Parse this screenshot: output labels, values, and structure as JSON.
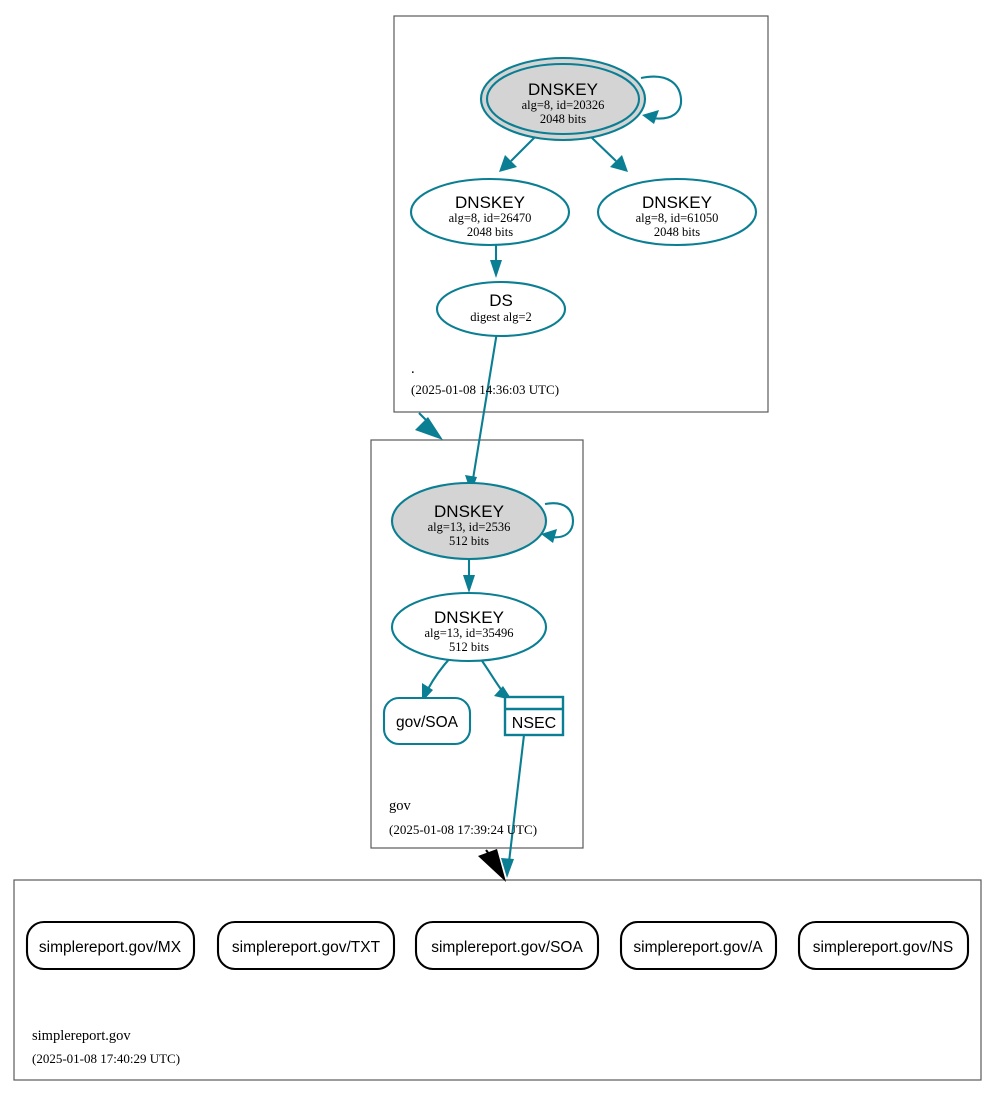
{
  "diagram": {
    "type": "dnssec-authentication-chain",
    "colors": {
      "edge_teal": "#0a7e92",
      "node_border_teal": "#0a7e92",
      "ksk_fill": "#d4d4d4",
      "zsk_fill": "#ffffff",
      "rrset_border": "#000000",
      "zone_box_border": "#5a5a5a",
      "delegation_arrow_black": "#000000"
    }
  },
  "zones": [
    {
      "id": "root",
      "label": ".",
      "timestamp": "(2025-01-08 14:36:03 UTC)",
      "nodes": [
        {
          "id": "root-ksk-20326",
          "kind": "DNSKEY",
          "title": "DNSKEY",
          "line2": "alg=8, id=20326",
          "line3": "2048 bits",
          "style": "ksk-double-ellipse-gray",
          "self_signed": true
        },
        {
          "id": "root-zsk-26470",
          "kind": "DNSKEY",
          "title": "DNSKEY",
          "line2": "alg=8, id=26470",
          "line3": "2048 bits",
          "style": "ellipse-white",
          "self_signed": false
        },
        {
          "id": "root-zsk-61050",
          "kind": "DNSKEY",
          "title": "DNSKEY",
          "line2": "alg=8, id=61050",
          "line3": "2048 bits",
          "style": "ellipse-white",
          "self_signed": false
        },
        {
          "id": "root-ds",
          "kind": "DS",
          "title": "DS",
          "line2": "digest alg=2",
          "line3": "",
          "style": "ellipse-white",
          "self_signed": false
        }
      ]
    },
    {
      "id": "gov",
      "label": "gov",
      "timestamp": "(2025-01-08 17:39:24 UTC)",
      "nodes": [
        {
          "id": "gov-ksk-2536",
          "kind": "DNSKEY",
          "title": "DNSKEY",
          "line2": "alg=13, id=2536",
          "line3": "512 bits",
          "style": "ellipse-gray",
          "self_signed": true
        },
        {
          "id": "gov-zsk-35496",
          "kind": "DNSKEY",
          "title": "DNSKEY",
          "line2": "alg=13, id=35496",
          "line3": "512 bits",
          "style": "ellipse-white",
          "self_signed": false
        },
        {
          "id": "gov-soa",
          "kind": "RRSET",
          "title": "gov/SOA",
          "line2": "",
          "line3": "",
          "style": "rounded-rect-teal",
          "self_signed": false
        },
        {
          "id": "gov-nsec",
          "kind": "NSEC",
          "title": "NSEC",
          "line2": "",
          "line3": "",
          "style": "table-rect-teal",
          "self_signed": false
        }
      ]
    },
    {
      "id": "simplereport",
      "label": "simplereport.gov",
      "timestamp": "(2025-01-08 17:40:29 UTC)",
      "nodes": [
        {
          "id": "sr-mx",
          "kind": "RRSET",
          "title": "simplereport.gov/MX",
          "line2": "",
          "line3": "",
          "style": "rounded-rect-black",
          "self_signed": false
        },
        {
          "id": "sr-txt",
          "kind": "RRSET",
          "title": "simplereport.gov/TXT",
          "line2": "",
          "line3": "",
          "style": "rounded-rect-black",
          "self_signed": false
        },
        {
          "id": "sr-soa",
          "kind": "RRSET",
          "title": "simplereport.gov/SOA",
          "line2": "",
          "line3": "",
          "style": "rounded-rect-black",
          "self_signed": false
        },
        {
          "id": "sr-a",
          "kind": "RRSET",
          "title": "simplereport.gov/A",
          "line2": "",
          "line3": "",
          "style": "rounded-rect-black",
          "self_signed": false
        },
        {
          "id": "sr-ns",
          "kind": "RRSET",
          "title": "simplereport.gov/NS",
          "line2": "",
          "line3": "",
          "style": "rounded-rect-black",
          "self_signed": false
        }
      ]
    }
  ],
  "edges": [
    {
      "id": "e-ksk-self",
      "from": "root-ksk-20326",
      "to": "root-ksk-20326",
      "color": "#0a7e92"
    },
    {
      "id": "e-ksk-26470",
      "from": "root-ksk-20326",
      "to": "root-zsk-26470",
      "color": "#0a7e92"
    },
    {
      "id": "e-ksk-61050",
      "from": "root-ksk-20326",
      "to": "root-zsk-61050",
      "color": "#0a7e92"
    },
    {
      "id": "e-26470-ds",
      "from": "root-zsk-26470",
      "to": "root-ds",
      "color": "#0a7e92"
    },
    {
      "id": "e-ds-govksk",
      "from": "root-ds",
      "to": "gov-ksk-2536",
      "color": "#0a7e92"
    },
    {
      "id": "e-root-gov",
      "from": "root",
      "to": "gov",
      "color": "#0a7e92"
    },
    {
      "id": "e-govksk-self",
      "from": "gov-ksk-2536",
      "to": "gov-ksk-2536",
      "color": "#0a7e92"
    },
    {
      "id": "e-govksk-zsk",
      "from": "gov-ksk-2536",
      "to": "gov-zsk-35496",
      "color": "#0a7e92"
    },
    {
      "id": "e-zsk-soa",
      "from": "gov-zsk-35496",
      "to": "gov-soa",
      "color": "#0a7e92"
    },
    {
      "id": "e-zsk-nsec",
      "from": "gov-zsk-35496",
      "to": "gov-nsec",
      "color": "#0a7e92"
    },
    {
      "id": "e-nsec-zone",
      "from": "gov-nsec",
      "to": "simplereport",
      "color": "#0a7e92"
    },
    {
      "id": "e-gov-deleg",
      "from": "gov",
      "to": "simplereport",
      "color": "#000000"
    }
  ]
}
